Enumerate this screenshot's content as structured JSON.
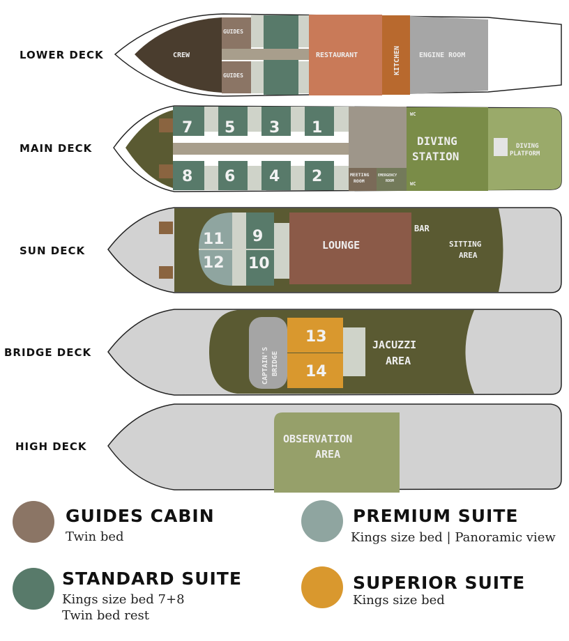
{
  "decks": {
    "lower": {
      "label": "LOWER DECK",
      "crew": "CREW",
      "guides_top": "GUIDES",
      "guides_bottom": "GUIDES",
      "restaurant": "RESTAURANT",
      "kitchen": "KITCHEN",
      "engine": "ENGINE ROOM"
    },
    "main": {
      "label": "MAIN DECK",
      "cabins": [
        "7",
        "5",
        "3",
        "1",
        "8",
        "6",
        "4",
        "2"
      ],
      "meeting_1": "MEETING",
      "meeting_2": "ROOM",
      "emergency_1": "EMERGENCY",
      "emergency_2": "ROOM",
      "wc_top": "WC",
      "wc_bottom": "WC",
      "diving_1": "DIVING",
      "diving_2": "STATION",
      "platform_1": "DIVING",
      "platform_2": "PLATFORM"
    },
    "sun": {
      "label": "SUN DECK",
      "cabins": [
        "11",
        "12",
        "9",
        "10"
      ],
      "lounge": "LOUNGE",
      "bar": "BAR",
      "sitting_1": "SITTING",
      "sitting_2": "AREA"
    },
    "bridge": {
      "label": "BRIDGE DECK",
      "captain_1": "CAPTAIN'S",
      "captain_2": "BRIDGE",
      "cabins": [
        "13",
        "14"
      ],
      "jacuzzi_1": "JACUZZI",
      "jacuzzi_2": "AREA"
    },
    "high": {
      "label": "HIGH DECK",
      "obs_1": "OBSERVATION",
      "obs_2": "AREA"
    }
  },
  "legend": [
    {
      "title": "GUIDES CABIN",
      "desc": "Twin bed",
      "color": "#8b7565"
    },
    {
      "title": "PREMIUM SUITE",
      "desc": "Kings size bed | Panoramic view",
      "color": "#8fa5a0"
    },
    {
      "title": "STANDARD SUITE",
      "desc": "Kings size bed  7+8",
      "desc2": "Twin bed    rest",
      "color": "#587a6a"
    },
    {
      "title": "SUPERIOR SUITE",
      "desc": "Kings size bed",
      "color": "#d9982e"
    }
  ]
}
